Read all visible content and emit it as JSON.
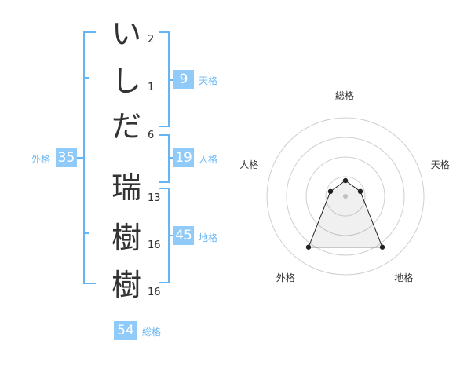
{
  "name": {
    "chars": [
      {
        "char": "い",
        "strokes": "2"
      },
      {
        "char": "し",
        "strokes": "1"
      },
      {
        "char": "だ",
        "strokes": "6"
      },
      {
        "char": "瑞",
        "strokes": "13"
      },
      {
        "char": "樹",
        "strokes": "16"
      },
      {
        "char": "樹",
        "strokes": "16"
      }
    ]
  },
  "kaku": {
    "tenkaku": {
      "value": "9",
      "label": "天格"
    },
    "jinkaku": {
      "value": "19",
      "label": "人格"
    },
    "chikaku": {
      "value": "45",
      "label": "地格"
    },
    "gaikaku": {
      "value": "35",
      "label": "外格"
    },
    "soukaku": {
      "value": "54",
      "label": "総格"
    }
  },
  "colors": {
    "accent": "#90caf9",
    "bracket": "#64b5f6",
    "text": "#333333"
  },
  "chart_data": {
    "type": "radar",
    "axes": [
      "総格",
      "天格",
      "地格",
      "外格",
      "人格"
    ],
    "values": [
      1,
      1,
      4,
      4,
      1
    ],
    "rmax": 5,
    "rings": 4
  }
}
